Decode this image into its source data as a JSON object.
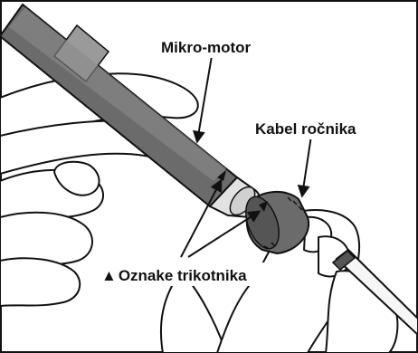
{
  "labels": {
    "micro_motor": "Mikro-motor",
    "handpiece_cable": "Kabel ročnika",
    "triangle_marks": "Oznake trikotnika",
    "triangle_symbol": "▲"
  },
  "colors": {
    "border": "#111111",
    "hand_fill": "#ffffff",
    "line": "#111111",
    "motor_dark": "#6b6b6b",
    "motor_light": "#9a9a9a",
    "motor_tip": "#e2e2e2",
    "cable_sheath": "#f6f6f6"
  }
}
